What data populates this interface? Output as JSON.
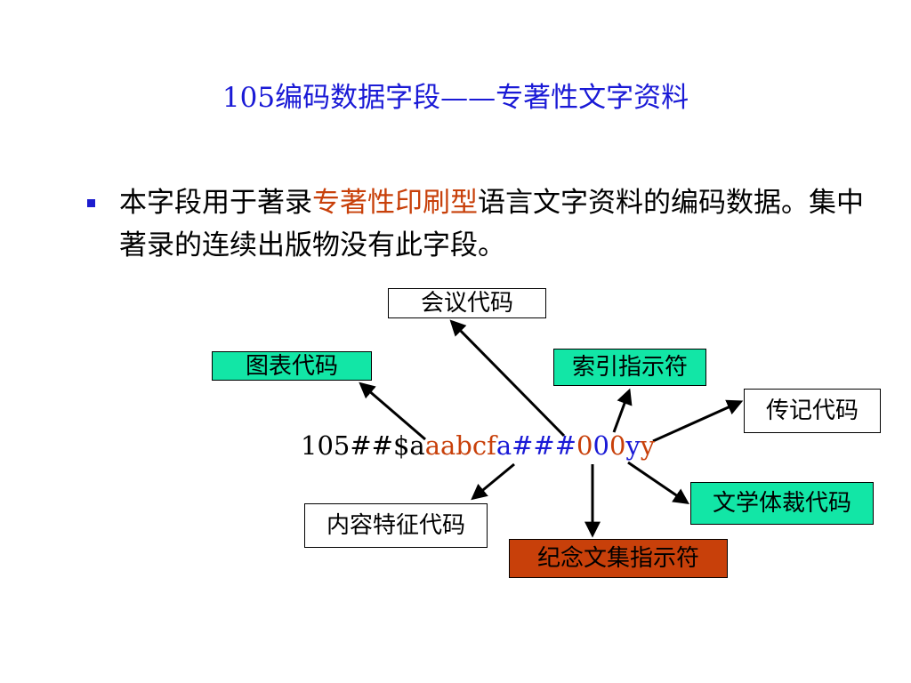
{
  "title": "105编码数据字段——专著性文字资料",
  "bullet": {
    "part1": "本字段用于著录",
    "highlight": "专著性印刷型",
    "part2": "语言文字资料的编码数据。集中著录的连续出版物没有此字段。"
  },
  "code": {
    "prefix": "105##$a",
    "red1": "a",
    "red2": "abcf",
    "blue1": "a###",
    "red3": "0",
    "blue2": "0",
    "red4": "0",
    "blue3": "y",
    "red5": "y"
  },
  "labels": {
    "meeting": "会议代码",
    "chart": "图表代码",
    "index": "索引指示符",
    "bio": "传记代码",
    "genre": "文学体裁代码",
    "content": "内容特征代码",
    "memorial": "纪念文集指示符"
  },
  "colors": {
    "title_blue": "#1a1ad6",
    "highlight_red": "#c8400a",
    "teal_box": "#12e6a6",
    "orange_box": "#c8400a"
  }
}
